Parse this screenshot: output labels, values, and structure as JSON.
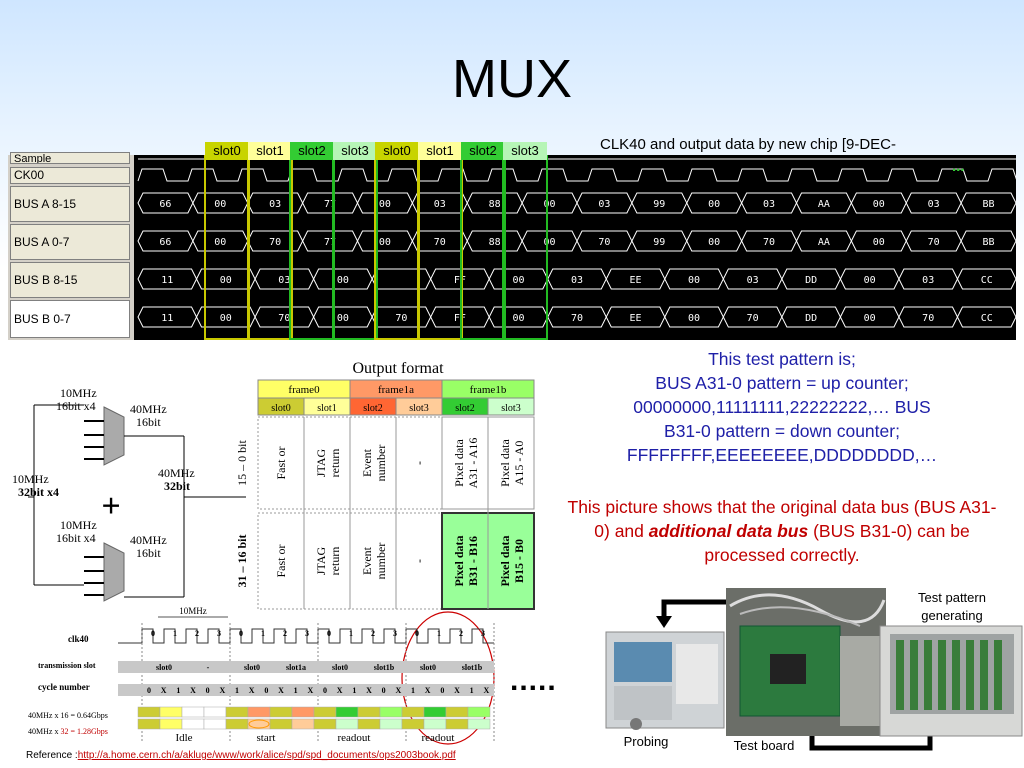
{
  "title": "MUX",
  "wave": {
    "caption": "CLK40 and output data by new chip [9-DEC-",
    "caption_tail": "...",
    "slots": [
      "slot0",
      "slot1",
      "slot2",
      "slot3",
      "slot0",
      "slot1",
      "slot2",
      "slot3"
    ],
    "slot_colors": [
      "#c8d400",
      "#ffff99",
      "#33cc33",
      "#b6f5b6",
      "#c8d400",
      "#ffff99",
      "#33cc33",
      "#b6f5b6"
    ],
    "signals": [
      "Sample",
      "CK00",
      "BUS A 8-15",
      "BUS A 0-7",
      "BUS B 8-15",
      "BUS B 0-7"
    ],
    "rows": {
      "a815": [
        "66",
        "00",
        "03",
        "77",
        "00",
        "03",
        "88",
        "00",
        "03",
        "99",
        "00",
        "03",
        "AA",
        "00",
        "03",
        "BB"
      ],
      "a07": [
        "66",
        "00",
        "70",
        "77",
        "00",
        "70",
        "88",
        "00",
        "70",
        "99",
        "00",
        "70",
        "AA",
        "00",
        "70",
        "BB"
      ],
      "b815": [
        "11",
        "00",
        "03",
        "00",
        "",
        "FF",
        "00",
        "03",
        "EE",
        "00",
        "03",
        "DD",
        "00",
        "03",
        "CC"
      ],
      "b07": [
        "11",
        "00",
        "70",
        "00",
        "70",
        "FF",
        "00",
        "70",
        "EE",
        "00",
        "70",
        "DD",
        "00",
        "70",
        "CC"
      ]
    }
  },
  "diagram": {
    "title": "Output format",
    "frames": [
      "frame0",
      "frame1a",
      "frame1b"
    ],
    "slots": [
      "slot0",
      "slot1",
      "slot2",
      "slot3",
      "slot2",
      "slot3"
    ],
    "row_labels": [
      "15 – 0 bit",
      "31 – 16 bit"
    ],
    "cells_top": [
      "Fast or",
      "JTAG return",
      "Event number",
      "-",
      "Pixel data A31 - A16",
      "Pixel data A15 - A0"
    ],
    "cells_bottom": [
      "Fast or",
      "JTAG return",
      "Event number",
      "-",
      "Pixel data B31 - B16",
      "Pixel data B15 - B0"
    ],
    "mux_labels": {
      "in_top_freq": "10MHz",
      "in_top_bits": "16bit x4",
      "out_top_freq": "40MHz",
      "out_top_bits": "16bit",
      "in_main_freq": "10MHz",
      "in_main_bits": "32bit x4",
      "out_main_freq": "40MHz",
      "out_main_bits": "32bit",
      "in_bot_freq": "10MHz",
      "in_bot_bits": "16bit x4",
      "out_bot_freq": "40MHz",
      "out_bot_bits": "16bit",
      "plus": "+"
    },
    "timing": {
      "period_label": "10MHz",
      "clk_label": "clk40",
      "slot_label": "transmission slot",
      "cycle_label": "cycle number",
      "clk_numbers": [
        "0",
        "1",
        "2",
        "3",
        "0",
        "1",
        "2",
        "3",
        "0",
        "1",
        "2",
        "3",
        "0",
        "1",
        "2",
        "3"
      ],
      "slots_row": [
        "slot0",
        "-",
        "slot0",
        "slot1a",
        "slot0",
        "slot1b",
        "slot0",
        "slot1b"
      ],
      "cycle_row": [
        "0",
        "X",
        "1",
        "X",
        "0",
        "X",
        "1",
        "X",
        "0",
        "X",
        "1",
        "X",
        "0",
        "X",
        "1",
        "X",
        "0",
        "X",
        "1",
        "X",
        "0",
        "X",
        "1",
        "X"
      ],
      "rate1": "40MHz x 16 = 0.64Gbps",
      "rate2_pre": "40MHz x ",
      "rate2_red": "32",
      "rate2_post": " = 1.28Gbps",
      "states": [
        "Idle",
        "start",
        "readout",
        "readout"
      ]
    }
  },
  "text": {
    "p1_lines": [
      "This test pattern is;",
      "BUS A31-0 pattern = up counter;",
      "00000000,11111111,22222222,…    BUS",
      "B31-0 pattern = down counter;",
      "FFFFFFFF,EEEEEEEE,DDDDDDDD,…"
    ],
    "p2_pre": "This picture shows that the original data bus (BUS A31-0) and ",
    "p2_bold": "additional data bus",
    "p2_post": " (BUS B31-0) can be processed correctly.",
    "dots": "....."
  },
  "photos": {
    "probing": "Probing",
    "test_board": "Test board",
    "test_pattern": "Test pattern generating"
  },
  "reference": {
    "label": "Reference :",
    "url": "http://a.home.cern.ch/a/akluge/www/work/alice/spd/spd_documents/ops2003book.pdf"
  }
}
